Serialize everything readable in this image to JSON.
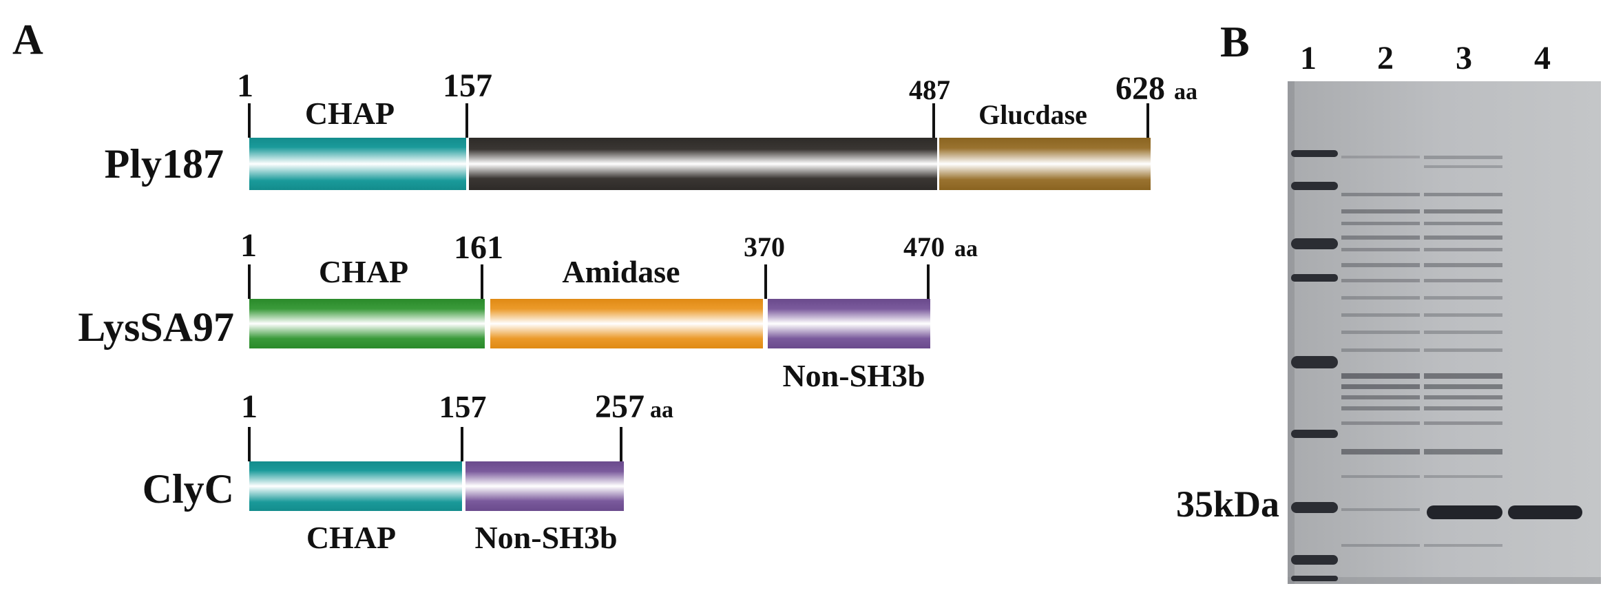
{
  "panel_a": {
    "label": "A",
    "aa_unit": "aa",
    "proteins": [
      {
        "name": "Ply187",
        "positions": {
          "start": "1",
          "p157": "157",
          "p487": "487",
          "end": "628"
        },
        "domains": {
          "chap": "CHAP",
          "glucdase": "Glucdase"
        }
      },
      {
        "name": "LysSA97",
        "positions": {
          "start": "1",
          "p161": "161",
          "p370": "370",
          "end": "470"
        },
        "domains": {
          "chap": "CHAP",
          "amidase": "Amidase",
          "nonsh3b": "Non-SH3b"
        }
      },
      {
        "name": "ClyC",
        "positions": {
          "start": "1",
          "p157": "157",
          "end": "257"
        },
        "domains": {
          "chap": "CHAP",
          "nonsh3b": "Non-SH3b"
        }
      }
    ],
    "colors": {
      "chap_teal": "#138c8c",
      "linker_dark": "#2e2b28",
      "glucdase_brown": "#8a6420",
      "chap_green": "#2a8a2a",
      "amidase_orange": "#e08a14",
      "nonsh3b_purple": "#6a4a8c"
    }
  },
  "panel_b": {
    "label": "B",
    "lanes": [
      "1",
      "2",
      "3",
      "4"
    ],
    "marker_label": "35kDa",
    "gel_color": "#b9bbbe",
    "band_color": "#2b2d33"
  }
}
